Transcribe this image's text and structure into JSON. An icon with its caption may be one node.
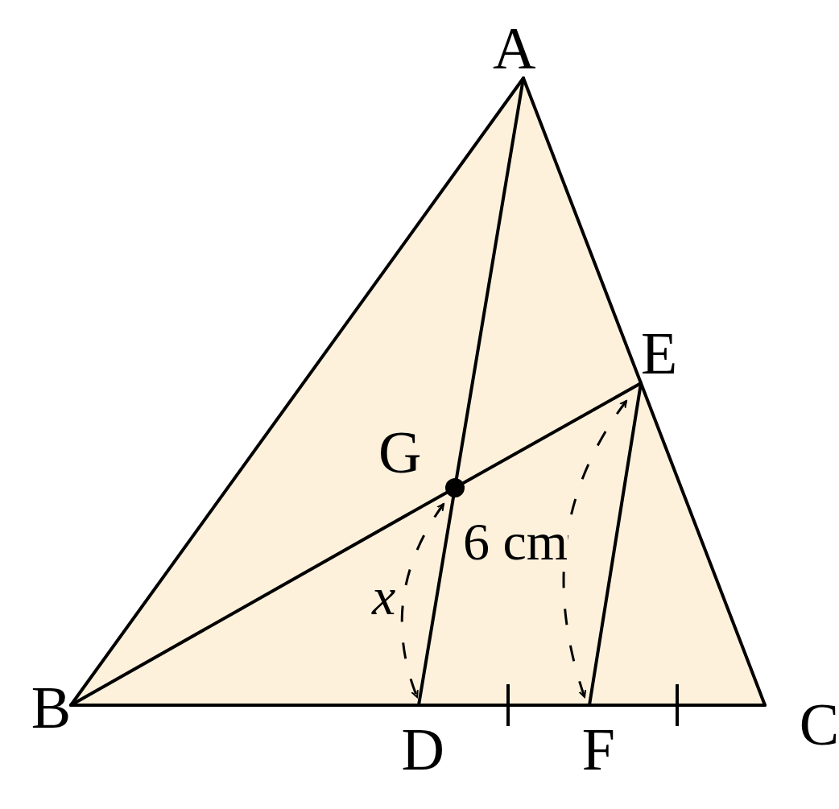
{
  "diagram": {
    "nodes": [
      {
        "text": [
          "A"
        ]
      },
      {
        "text": [
          "B"
        ]
      },
      {
        "text": [
          "C"
        ]
      },
      {
        "text": [
          "D"
        ]
      },
      {
        "text": [
          "E"
        ]
      },
      {
        "text": [
          "F"
        ]
      },
      {
        "text": [
          "G"
        ]
      }
    ],
    "edges": [
      {
        "from": 0,
        "to": 1,
        "arrow": "none"
      },
      {
        "from": 1,
        "to": 3,
        "arrow": "none"
      },
      {
        "from": 3,
        "to": 5,
        "arrow": "none"
      },
      {
        "from": 5,
        "to": 2,
        "arrow": "none"
      },
      {
        "from": 0,
        "to": 4,
        "arrow": "none"
      },
      {
        "from": 4,
        "to": 2,
        "arrow": "none"
      },
      {
        "from": 0,
        "to": 6,
        "arrow": "none"
      },
      {
        "from": 6,
        "to": 3,
        "arrow": "none"
      },
      {
        "from": 1,
        "to": 6,
        "arrow": "none"
      },
      {
        "from": 6,
        "to": 4,
        "arrow": "none"
      },
      {
        "from": 4,
        "to": 5,
        "arrow": "none"
      }
    ],
    "labels": [
      "6 cm",
      "x"
    ]
  }
}
